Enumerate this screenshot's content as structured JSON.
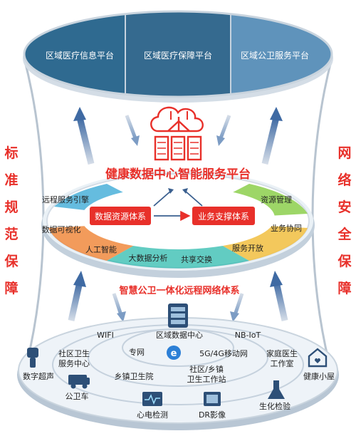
{
  "top": {
    "platforms": [
      "区域医疗信息平台",
      "区域医疗保障平台",
      "区域公卫服务平台"
    ]
  },
  "middle": {
    "title": "健康数据中心智能服务平台",
    "core_left": "数据资源体系",
    "core_right": "业务支撑体系",
    "items": [
      "远程服务引擎",
      "数据可视化",
      "人工智能",
      "大数据分析",
      "共享交换",
      "服务开放",
      "业务协同",
      "资源管理"
    ]
  },
  "network_title": "智慧公卫一体化远程网络体系",
  "bottom": {
    "center": "区域数据中心",
    "nodes": [
      "WIFI",
      "专网",
      "5G/4G移动网",
      "NB-IoT",
      "社区卫生\n服务中心",
      "乡镇卫生院",
      "社区/乡镇\n卫生工作站",
      "家庭医生\n工作室"
    ],
    "devices": [
      "数字超声",
      "公卫车",
      "心电检测",
      "DR影像",
      "生化检验",
      "健康小屋"
    ]
  },
  "sides": {
    "left": [
      "标",
      "准",
      "规",
      "范",
      "保",
      "障"
    ],
    "right": [
      "网",
      "络",
      "安",
      "全",
      "保",
      "障"
    ]
  },
  "colors": {
    "top_left": "#2f6a90",
    "top_mid": "#356a8f",
    "top_right": "#5f93bb",
    "accent_red": "#e8302a",
    "ring": "#c3d0dc"
  }
}
